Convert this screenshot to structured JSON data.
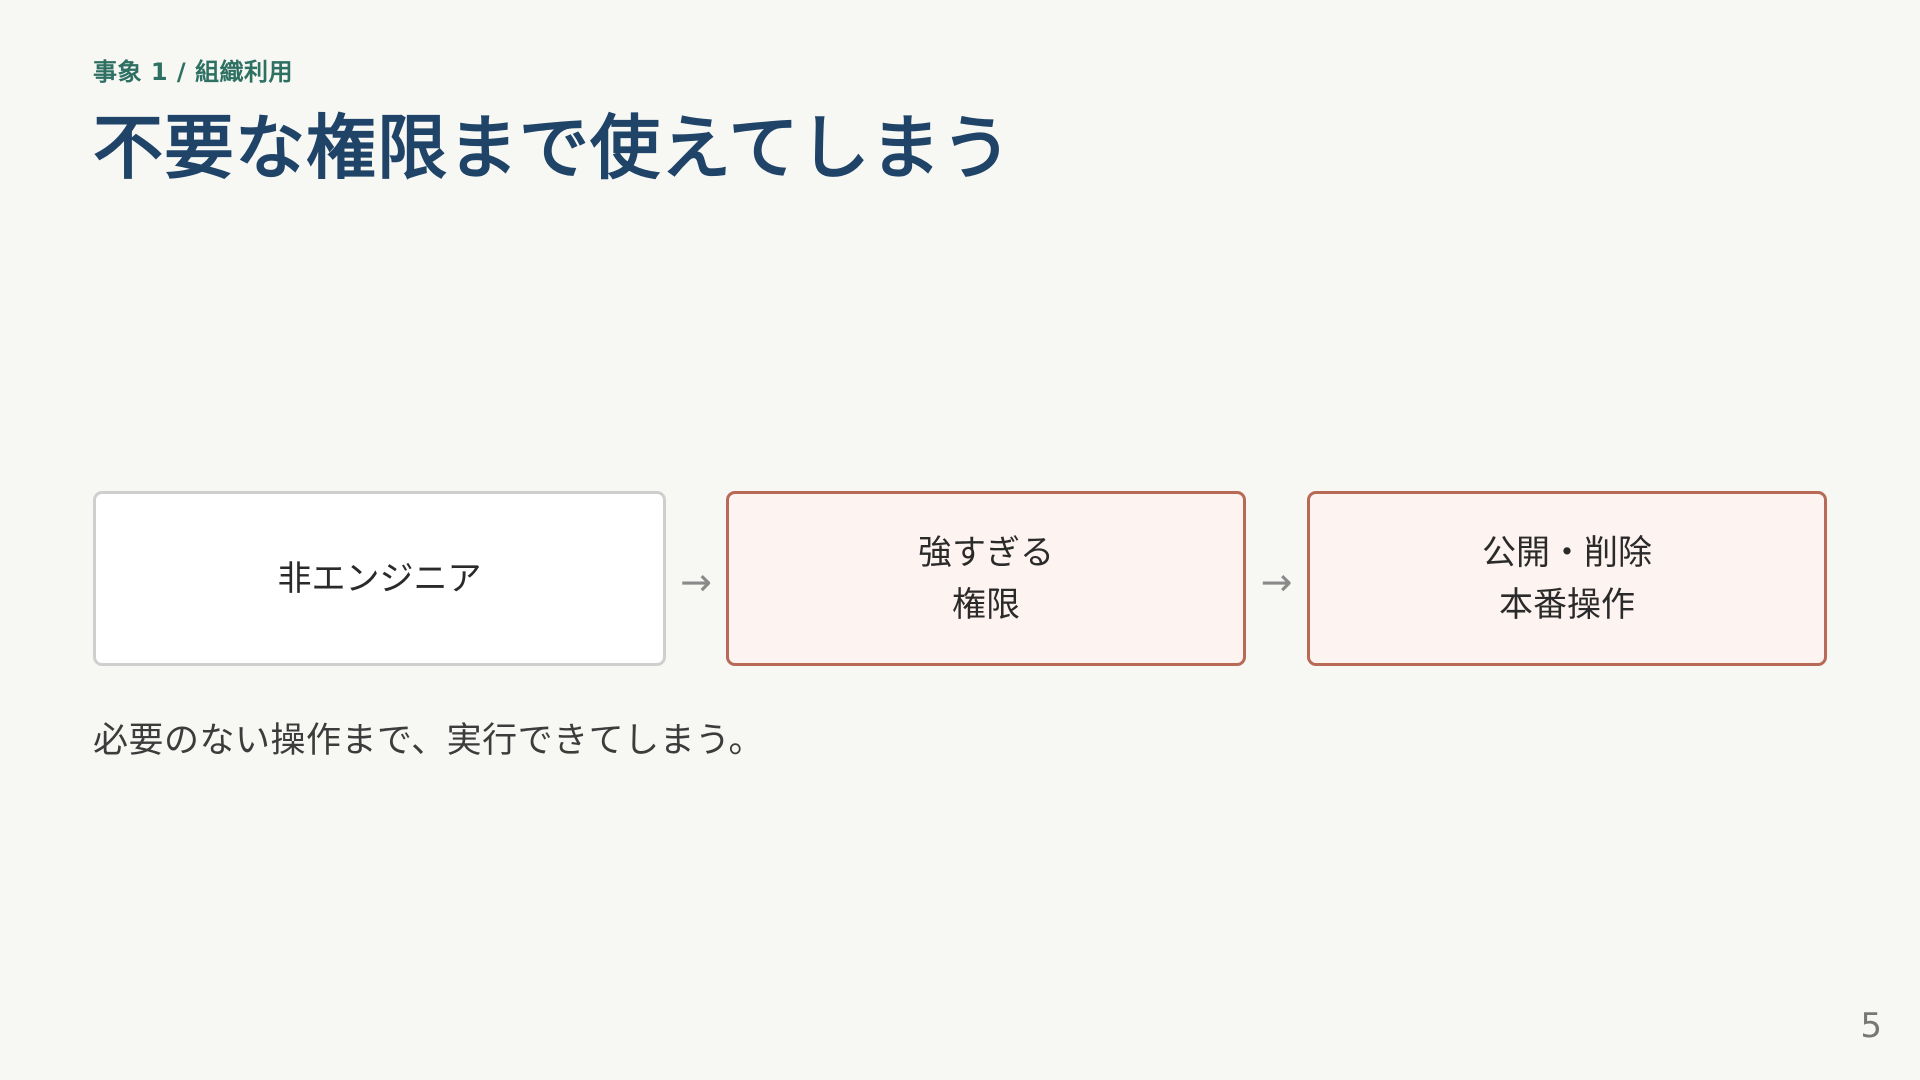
{
  "slide": {
    "kicker": "事象 1 / 組織利用",
    "title": "不要な権限まで使えてしまう",
    "flow": {
      "steps": [
        {
          "lines": [
            "非エンジニア"
          ],
          "style": "neutral"
        },
        {
          "lines": [
            "強すぎる",
            "権限"
          ],
          "style": "danger"
        },
        {
          "lines": [
            "公開・削除",
            "本番操作"
          ],
          "style": "danger"
        }
      ],
      "arrow": "→"
    },
    "caption": "必要のない操作まで、実行できてしまう。",
    "page_number": "5"
  },
  "colors": {
    "background": "#f7f7f4",
    "kicker": "#2e7062",
    "title": "#1f4468",
    "neutral_border": "#cfcfcf",
    "danger_border": "#b86a56",
    "danger_fill": "#fdf3f0",
    "arrow": "#8a8a8a"
  }
}
